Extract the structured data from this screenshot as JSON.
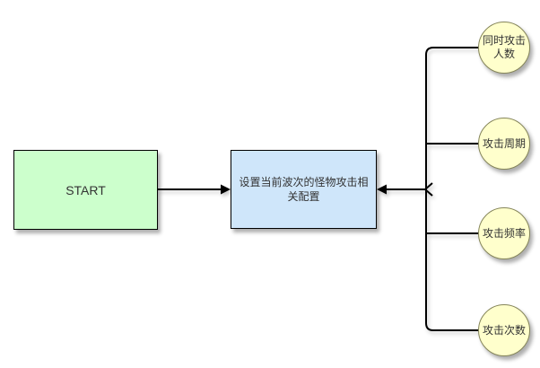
{
  "diagram": {
    "title": "monster-attack-config-flowchart",
    "background_color": "#ffffff",
    "line_color": "#000000",
    "text_color": "#333333",
    "nodes": {
      "start": {
        "label": "START",
        "shape": "rectangle",
        "fill": "#ccffcc"
      },
      "process": {
        "label": "设置当前波次的怪物攻击相关配置",
        "shape": "rectangle",
        "fill": "#cfe6fa"
      },
      "params": [
        {
          "label": "同时攻击人数",
          "shape": "circle",
          "fill": "#ffffcc"
        },
        {
          "label": "攻击周期",
          "shape": "circle",
          "fill": "#ffffcc"
        },
        {
          "label": "攻击频率",
          "shape": "circle",
          "fill": "#ffffcc"
        },
        {
          "label": "攻击次数",
          "shape": "circle",
          "fill": "#ffffcc"
        }
      ]
    },
    "edges": [
      {
        "from": "start",
        "to": "process",
        "type": "arrow"
      },
      {
        "from": "params-trunk",
        "to": "process",
        "type": "arrow"
      }
    ]
  }
}
